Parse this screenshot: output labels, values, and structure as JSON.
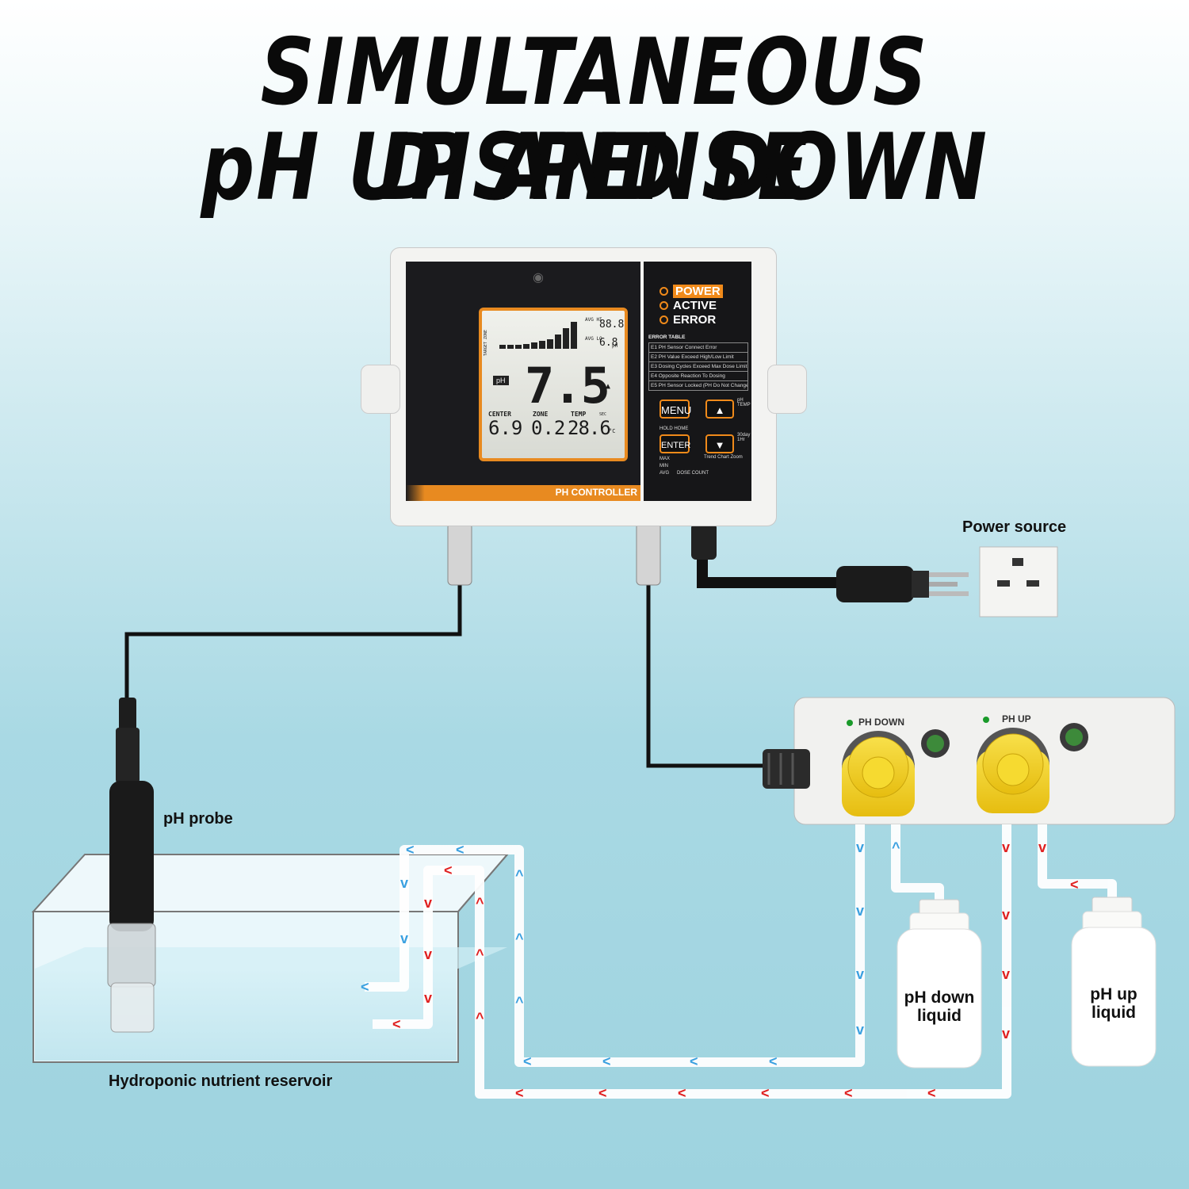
{
  "headline": {
    "line1": "SIMULTANEOUS DISPENSE",
    "line2": "pH UP AND DOWN"
  },
  "controller": {
    "screen": {
      "main_reading": "7.5",
      "ph_tag": "pH",
      "target_zone": "TARGET ZONE",
      "avg_hi_label": "AVG HI",
      "avg_hi_value": "88.8",
      "avg_lo_label": "AVG LO",
      "avg_lo_value": "6.8",
      "unit_ph": "pH",
      "center_label": "CENTER",
      "center_value": "6.9",
      "zone_label": "ZONE",
      "zone_value": "0.2",
      "temp_label": "TEMP",
      "temp_value": "28.6",
      "temp_unit": "°C",
      "sec_label": "SEC"
    },
    "brand_strip": "PH CONTROLLER",
    "indicators": [
      "POWER",
      "ACTIVE",
      "ERROR"
    ],
    "error_table": {
      "title": "ERROR TABLE",
      "rows": [
        "E1 PH Sensor Connect Error",
        "E2 PH Value Exceed High/Low Limit",
        "E3 Dosing Cycles Exceed Max Dose Limit",
        "E4 Opposite Reaction To Dosing",
        "E5 PH Sensor Locked (PH Do Not Change)"
      ]
    },
    "buttons": {
      "menu": "MENU",
      "enter": "ENTER",
      "up": "▲",
      "down": "▼",
      "hold_home": "HOLD HOME",
      "ph_temp": "pH TEMP",
      "day_hr": "30day 1Hr",
      "trend": "Trend Chart Zoom",
      "max": "MAX",
      "min": "MIN",
      "avg": "AVG",
      "dose_count": "DOSE COUNT"
    }
  },
  "labels": {
    "power_source": "Power source",
    "ph_probe": "pH probe",
    "reservoir": "Hydroponic nutrient reservoir",
    "ph_down_pump": "PH DOWN",
    "ph_up_pump": "PH UP",
    "ph_down_bottle": "pH down liquid",
    "ph_up_bottle": "pH up liquid"
  },
  "colors": {
    "accent": "#f08a1a",
    "pump_yellow": "#f3d21a",
    "flow_blue": "#3aa0e0",
    "flow_red": "#e02020"
  }
}
